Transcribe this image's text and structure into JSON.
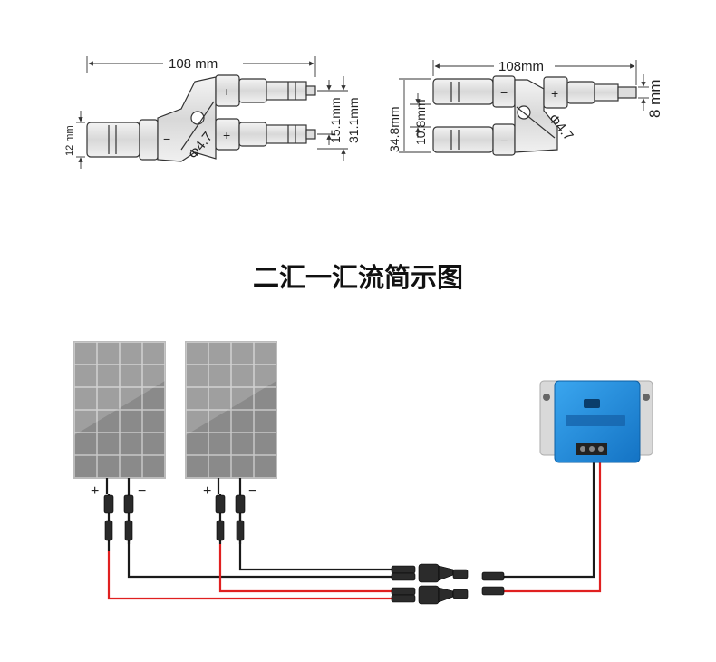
{
  "title": "二汇一汇流简示图",
  "drawing_left": {
    "width_label": "108 mm",
    "height_left_label": "12 mm",
    "gap_label": "15.1mm",
    "height_label": "31.1mm",
    "hole_label": "Φ4.7",
    "plus_sign": "+",
    "minus_sign": "−"
  },
  "drawing_right": {
    "width_label": "108mm",
    "height_label": "34.8mm",
    "gap_label": "10.8mm",
    "pin_label": "8 mm",
    "hole_label": "Φ4.7",
    "plus_sign": "+",
    "minus_sign": "−"
  },
  "panels": [
    {
      "plus": "+",
      "minus": "−"
    },
    {
      "plus": "+",
      "minus": "−"
    }
  ],
  "colors": {
    "positive_wire": "#e02020",
    "negative_wire": "#1a1a1a",
    "controller": "#1e8fe0",
    "panel_cell": "#9a9a9a"
  }
}
